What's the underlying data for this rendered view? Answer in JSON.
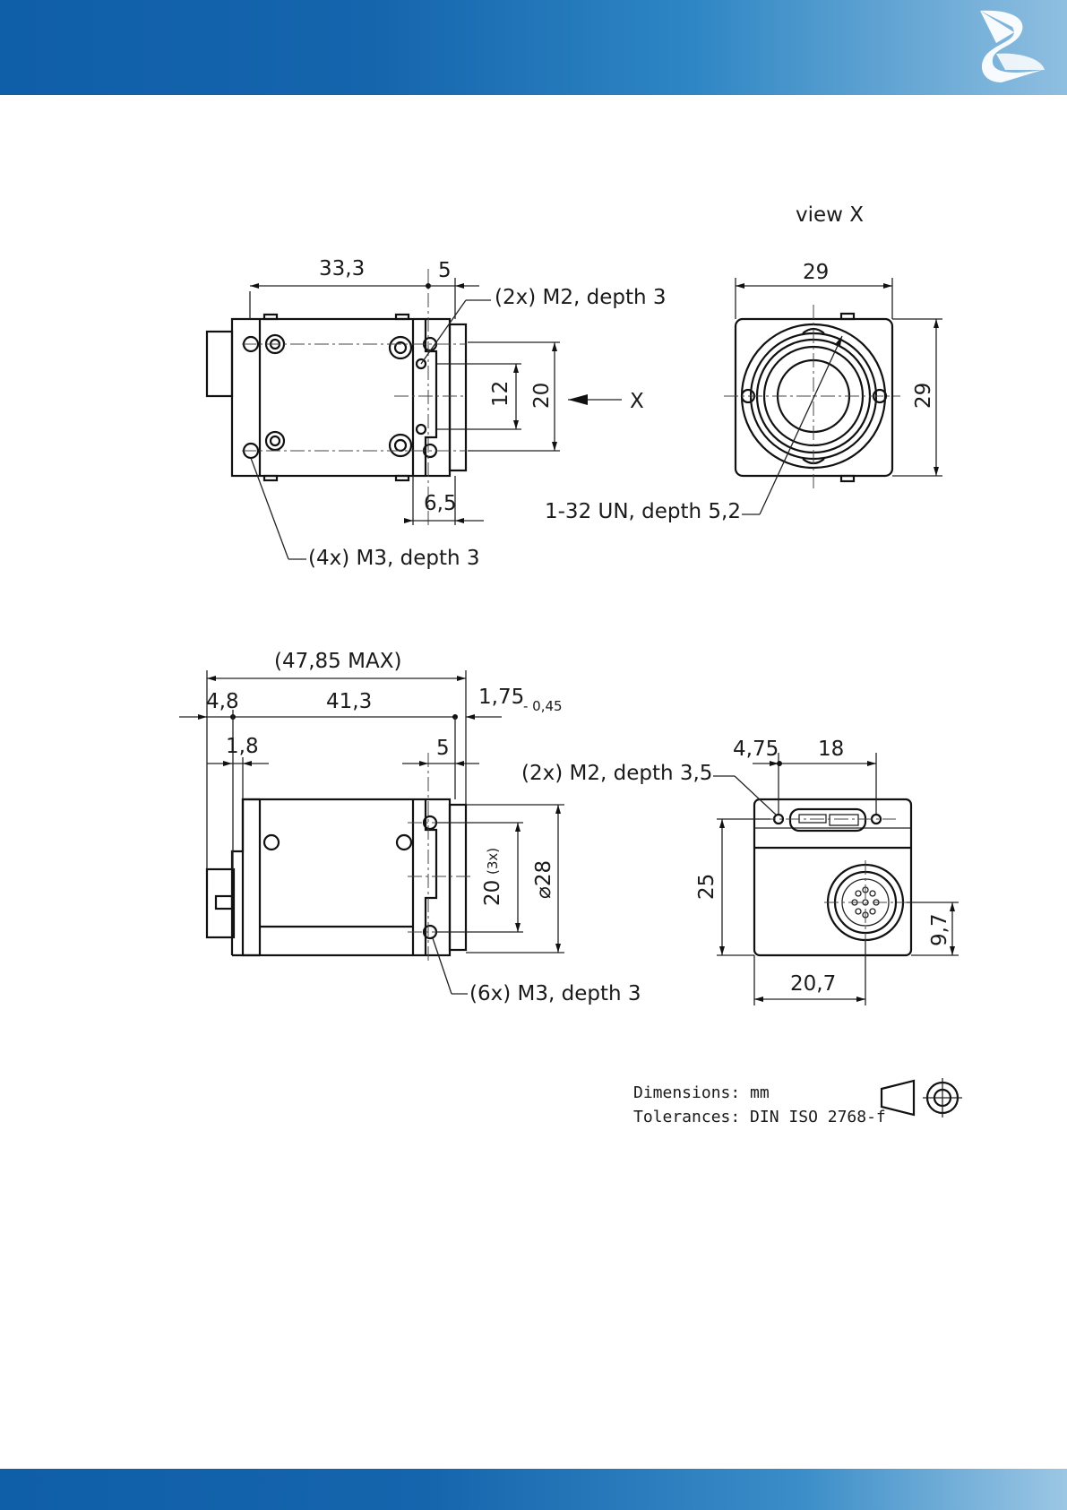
{
  "header": {
    "brand_color": "#1565ad",
    "logo_icon": "company-logo-icon"
  },
  "footer": {
    "brand_color": "#1565ad"
  },
  "view_x": {
    "title": "view X"
  },
  "top_side": {
    "dim_33_3": "33,3",
    "dim_5": "5",
    "dim_12": "12",
    "dim_20": "20",
    "dim_6_5": "6,5",
    "label_x": "X",
    "note_m2": "(2x) M2, depth 3",
    "note_m3": "(4x) M3, depth 3"
  },
  "top_front": {
    "dim_29_h": "29",
    "dim_29_v": "29",
    "note_thread": "1-32 UN, depth 5,2"
  },
  "bottom_side": {
    "dim_max": "(47,85 MAX)",
    "dim_4_8": "4,8",
    "dim_41_3": "41,3",
    "dim_1_75": "1,75",
    "tol_1_75": "- 0,45",
    "dim_1_8": "1,8",
    "dim_5": "5",
    "dim_20": "20",
    "dim_20_count": "(3x)",
    "dim_dia28": "⌀28",
    "note_m3": "(6x) M3, depth 3"
  },
  "bottom_back": {
    "dim_4_75": "4,75",
    "dim_18": "18",
    "note_m2": "(2x) M2, depth 3,5",
    "dim_25": "25",
    "dim_9_7": "9,7",
    "dim_20_7": "20,7"
  },
  "notes": {
    "dimensions": "Dimensions: mm",
    "tolerances": "Tolerances: DIN ISO 2768-f",
    "projection_icon": "first-angle-projection-icon"
  }
}
